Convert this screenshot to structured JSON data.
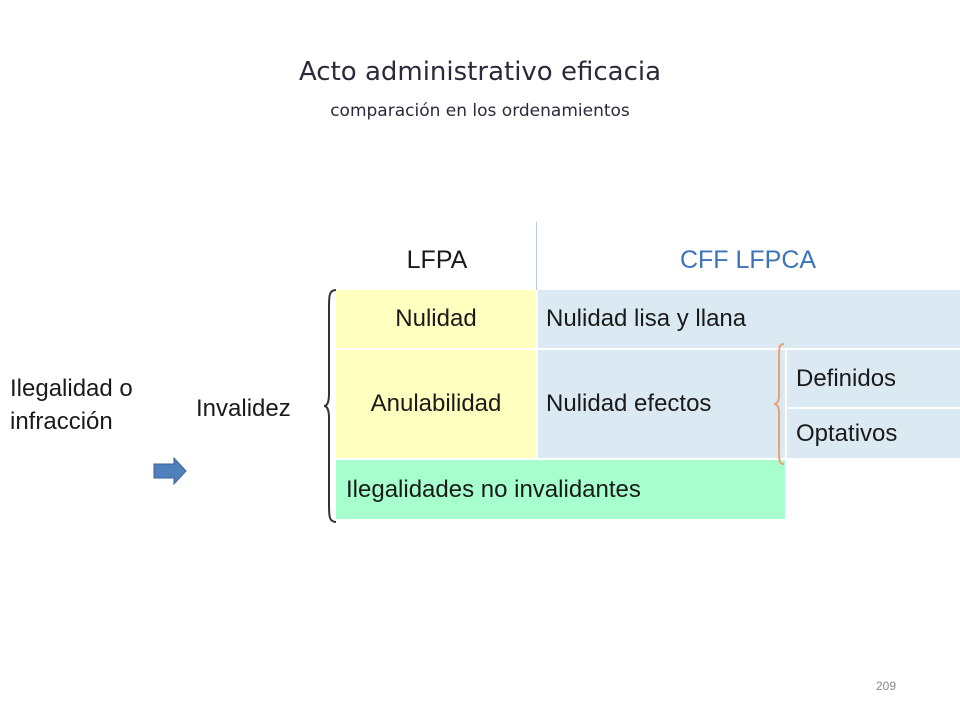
{
  "slide": {
    "title": "Acto administrativo  eficacia",
    "subtitle": "comparación en los ordenamientos",
    "page_number": "209"
  },
  "table": {
    "header_left": "LFPA",
    "header_right": "CFF   LFPCA",
    "nulidad": "Nulidad",
    "nulidad_lisa_llana": "Nulidad lisa y llana",
    "anulabilidad": "Anulabilidad",
    "nulidad_efectos": "Nulidad efectos",
    "definidos": "Definidos",
    "optativos": "Optativos",
    "ilegalidades": "Ilegalidades  no invalidantes"
  },
  "side": {
    "ilegalidad_line1": "Ilegalidad  o",
    "ilegalidad_line2": "infracción",
    "invalidez": "Invalidez"
  },
  "icons": {
    "arrow": "right-arrow-icon",
    "brace_left": "left-brace-icon",
    "brace_inner": "inner-brace-icon"
  },
  "colors": {
    "yellow_cell": "#ffffc0",
    "blue_cell": "#dbe9f2",
    "green_cell": "#a6ffcc",
    "header_right": "#3b74b8",
    "inner_brace": "#f0a070",
    "arrow": "#4f81bd"
  }
}
